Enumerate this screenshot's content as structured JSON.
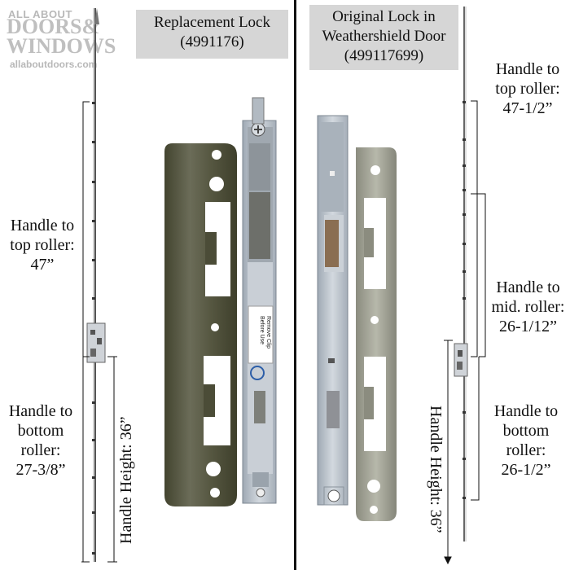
{
  "logo": {
    "line1": "ALL ABOUT",
    "line2": "DOORS&",
    "line3": "WINDOWS",
    "line4": "allaboutdoors.com"
  },
  "left_panel": {
    "title_line1": "Replacement Lock",
    "title_line2": "(4991176)",
    "label_top": [
      "Handle to",
      "top roller:",
      "47”"
    ],
    "label_bottom": [
      "Handle to",
      "bottom",
      "roller:",
      "27-3/8”"
    ],
    "label_height": "Handle Height: 36”",
    "sticker_line1": "Remove Clip",
    "sticker_line2": "Before Use"
  },
  "right_panel": {
    "title_line1": "Original Lock in",
    "title_line2": "Weathershield Door",
    "title_line3": "(499117699)",
    "label_top": [
      "Handle to",
      "top roller:",
      "47-1/2”"
    ],
    "label_mid": [
      "Handle to",
      "mid. roller:",
      "26-1/12”"
    ],
    "label_bottom": [
      "Handle to",
      "bottom",
      "roller:",
      "26-1/2”"
    ],
    "label_height": "Handle Height: 36”"
  },
  "colors": {
    "bronze_plate": "#5a5b47",
    "steel_plate": "#9a9b8e",
    "zinc_face": "#b9c2cc",
    "label_box": "#d6d6d6"
  }
}
